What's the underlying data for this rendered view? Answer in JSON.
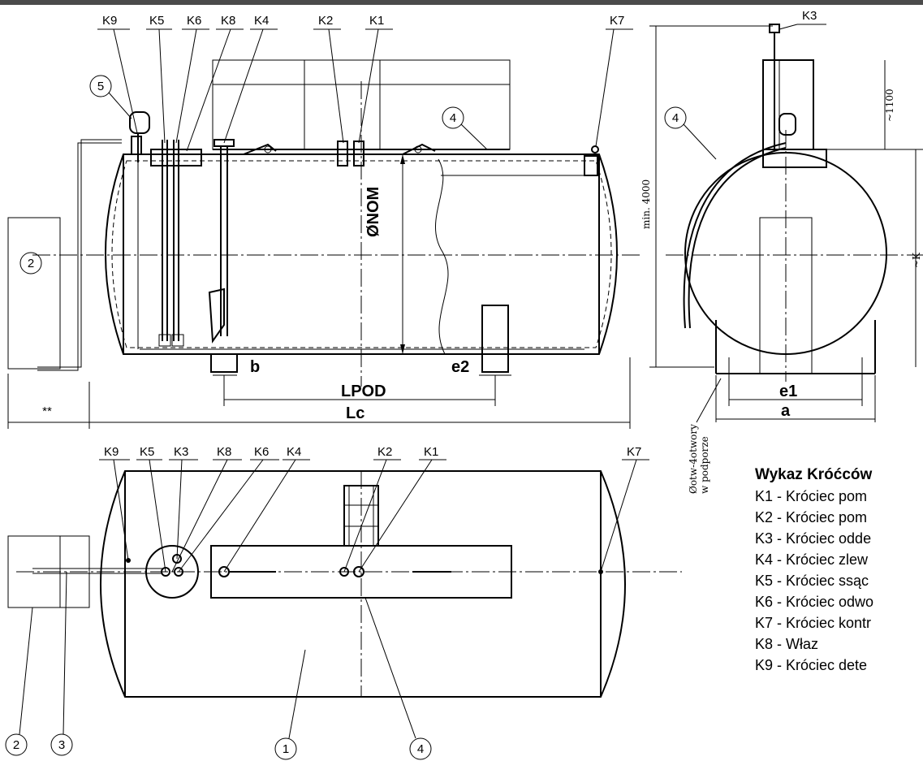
{
  "top_bar_color": "#4b4b4b",
  "side_view": {
    "nozzle_labels": [
      "K9",
      "K5",
      "K6",
      "K8",
      "K4",
      "K2",
      "K1",
      "K7"
    ],
    "part_markers": [
      "5",
      "4",
      "2"
    ],
    "dim_diameter": "ØNOM",
    "dim_b": "b",
    "dim_e2": "e2",
    "dim_lpod": "LPOD",
    "dim_lc": "Lc",
    "dim_star": "**"
  },
  "end_view": {
    "nozzle_labels": [
      "K3"
    ],
    "part_markers": [
      "4"
    ],
    "dim_1100": "~1100",
    "dim_min4000": "min. 4000",
    "dim_k": "~K",
    "dim_e1": "e1",
    "dim_a": "a",
    "holes_note_1": "Øotw-4otwory",
    "holes_note_2": "w podporze"
  },
  "top_view": {
    "nozzle_labels": [
      "K9",
      "K5",
      "K3",
      "K8",
      "K6",
      "K4",
      "K2",
      "K1",
      "K7"
    ],
    "part_markers": [
      "2",
      "3",
      "1",
      "4"
    ]
  },
  "legend": {
    "title": "Wykaz Króćców",
    "items": [
      "K1 - Króciec pom",
      "K2 - Króciec pom",
      "K3 - Króciec odde",
      "K4 - Króciec zlew",
      "K5 - Króciec ssąc",
      "K6 - Króciec odwo",
      "K7 - Króciec kontr",
      "K8 - Właz",
      "K9 - Króciec dete"
    ]
  }
}
